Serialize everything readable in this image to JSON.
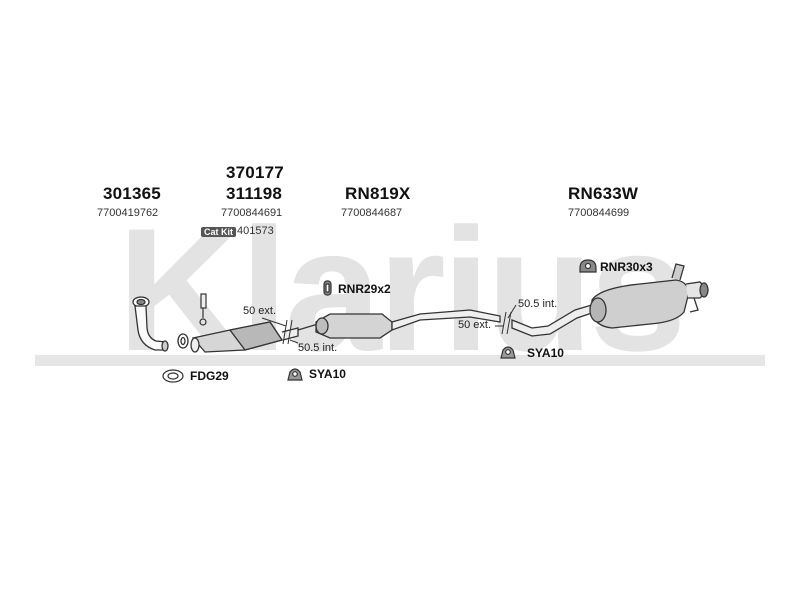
{
  "watermark": "Klarius",
  "parts": {
    "front_pipe": {
      "part_number": "301365",
      "oem": "7700419762"
    },
    "catalyst": {
      "part_number_alt": "370177",
      "part_number": "311198",
      "oem": "7700844691",
      "cat_kit_label": "Cat Kit",
      "cat_kit_number": "401573"
    },
    "center_silencer": {
      "part_number": "RN819X",
      "oem": "7700844687"
    },
    "rear_silencer": {
      "part_number": "RN633W",
      "oem": "7700844699"
    }
  },
  "fittings": {
    "gasket": "FDG29",
    "clamp_1": "SYA10",
    "clamp_2": "SYA10",
    "hanger_center": "RNR29x2",
    "hanger_rear": "RNR30x3"
  },
  "connections": {
    "joint1_ext": "50 ext.",
    "joint1_int": "50.5 int.",
    "joint2_int": "50.5 int.",
    "joint2_ext": "50 ext."
  }
}
